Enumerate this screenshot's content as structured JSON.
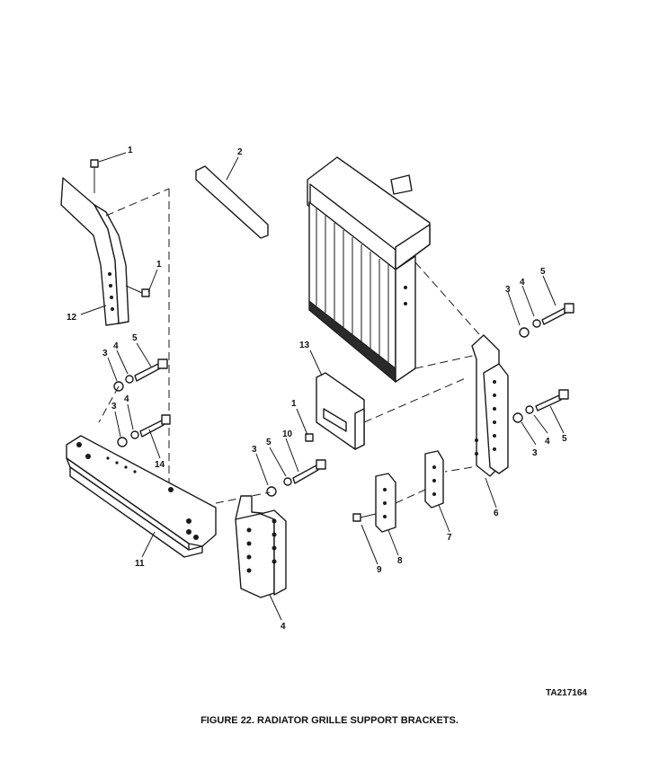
{
  "figure": {
    "caption": "FIGURE 22. RADIATOR GRILLE SUPPORT BRACKETS.",
    "drawing_id": "TA217164",
    "callouts": [
      "1",
      "2",
      "12",
      "1",
      "3",
      "4",
      "5",
      "3",
      "4",
      "14",
      "11",
      "13",
      "1",
      "3",
      "5",
      "10",
      "4",
      "3",
      "4",
      "5",
      "3",
      "5",
      "4",
      "6",
      "7",
      "8",
      "9"
    ]
  }
}
